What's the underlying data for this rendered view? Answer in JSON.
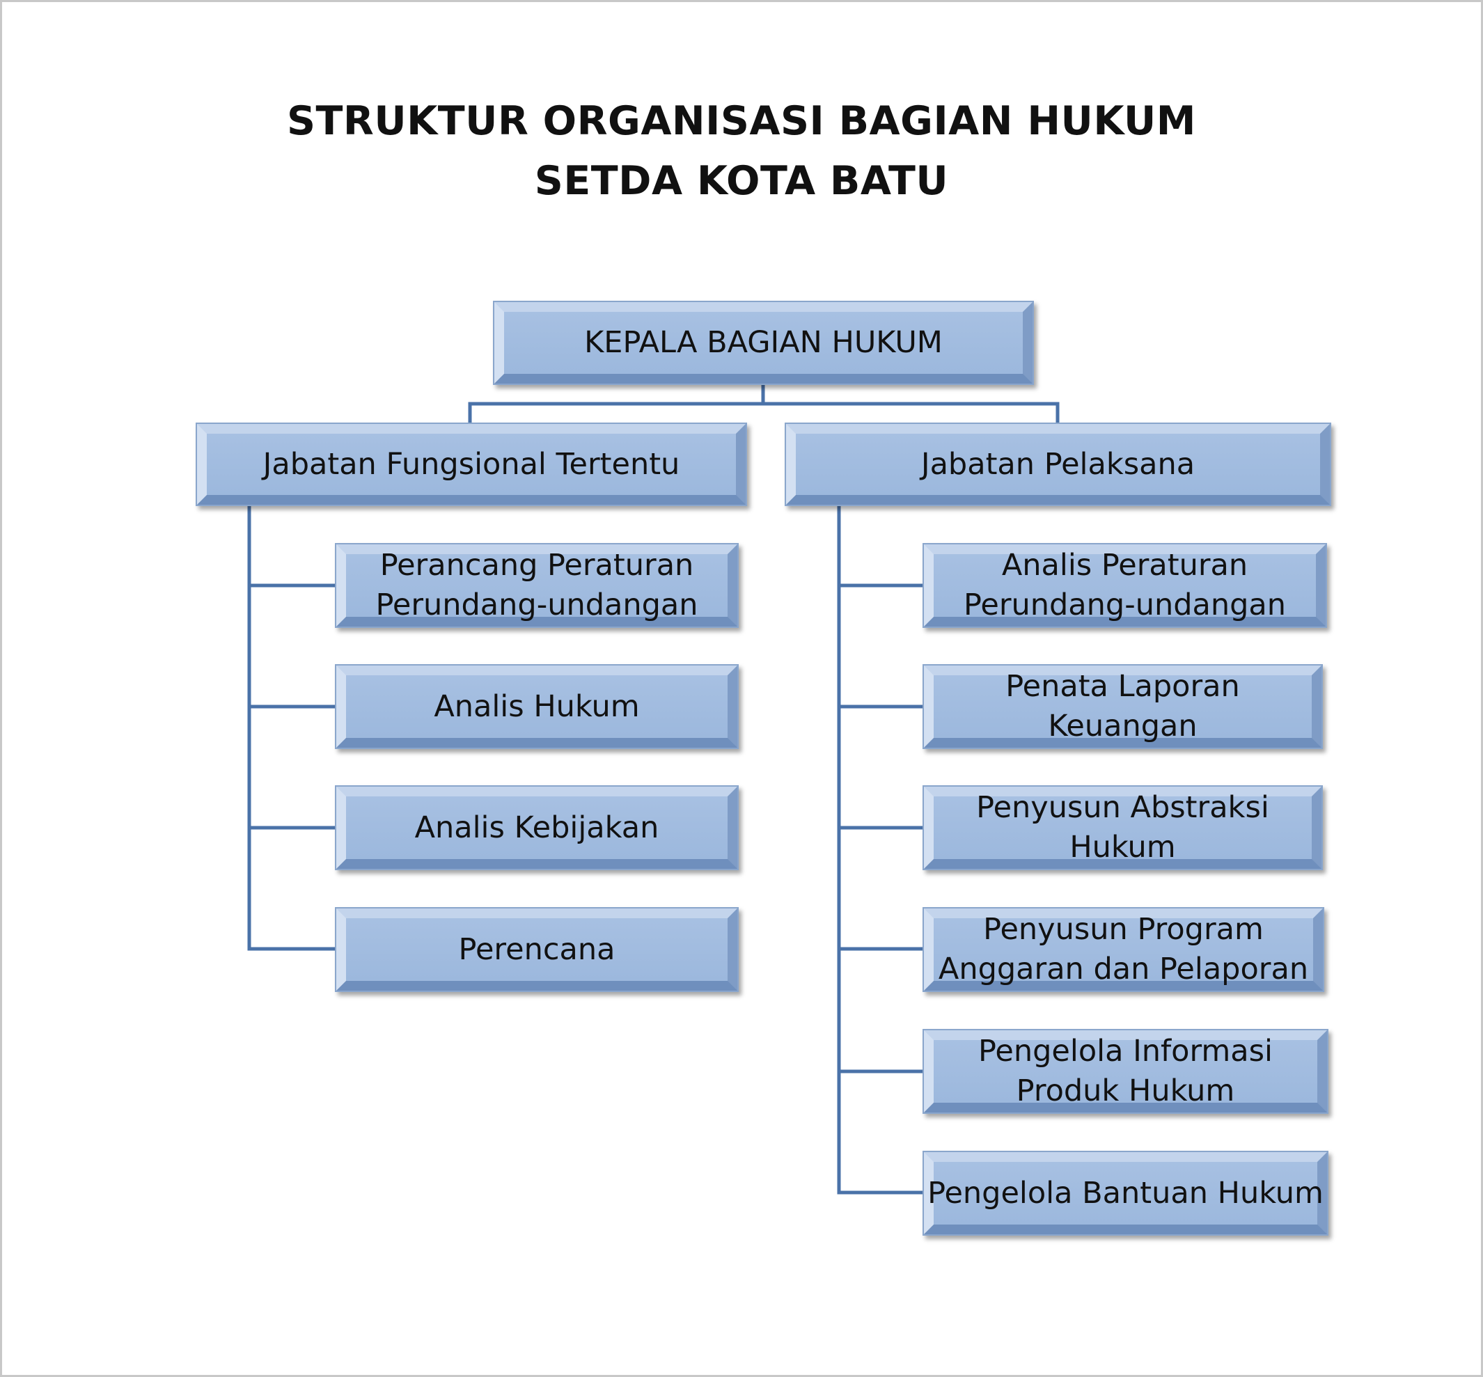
{
  "title": {
    "line1": "STRUKTUR ORGANISASI BAGIAN HUKUM",
    "line2": "SETDA KOTA BATU"
  },
  "chart": {
    "root": "KEPALA BAGIAN HUKUM",
    "left_branch": {
      "label": "Jabatan Fungsional Tertentu",
      "items": [
        "Perancang Peraturan\nPerundang-undangan",
        "Analis Hukum",
        "Analis Kebijakan",
        "Perencana"
      ]
    },
    "right_branch": {
      "label": "Jabatan Pelaksana",
      "items": [
        "Analis Peraturan\nPerundang-undangan",
        "Penata Laporan Keuangan",
        "Penyusun Abstraksi\nHukum",
        "Penyusun Program\nAnggaran dan Pelaporan",
        "Pengelola Informasi\nProduk Hukum",
        "Pengelola Bantuan Hukum"
      ]
    }
  },
  "colors": {
    "box_fill": "#9ab6dc",
    "connector": "#4a72a8",
    "text": "#111111"
  }
}
